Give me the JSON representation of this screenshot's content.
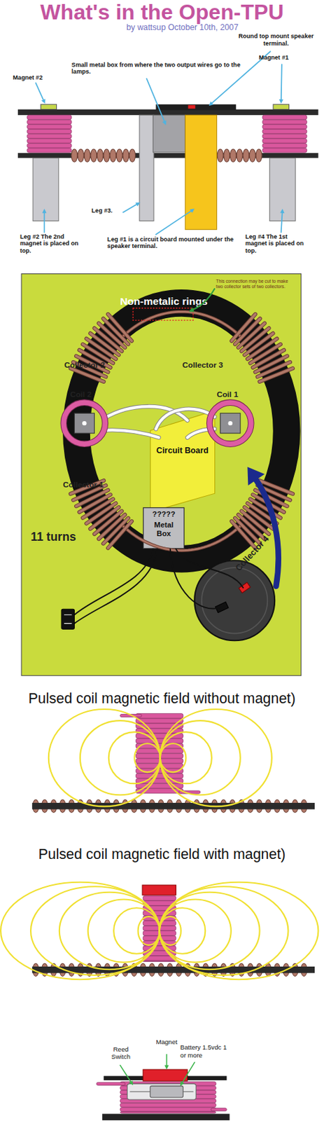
{
  "diagram": {
    "title": "What's in the Open-TPU",
    "nodes": [
      {
        "text": [
          "Non-metalic rings"
        ]
      },
      {
        "text": [
          "Circuit Board"
        ]
      },
      {
        "text": [
          "?????",
          "Metal Box"
        ]
      }
    ],
    "labels": [
      "by wattsup October 10th, 2007",
      "Magnet #2",
      "Small metal box from where the two output wires go to the lamps.",
      "Round top mount speaker terminal.",
      "Magnet #1",
      "Leg #3.",
      "Leg #2 The 2nd magnet is placed on top.",
      "Leg #1 is a circuit board mounted under the speaker terminal.",
      "Leg #4 The 1st magnet is placed on top.",
      "This connection may be cut to make two collector sets of two collectors.",
      "Collector 2",
      "Collector 3",
      "Coil 2",
      "Coil 1",
      "Collector 1",
      "11 turns",
      "Collector 4",
      "Pulsed coil magnetic field without magnet)",
      "Pulsed coil magnetic field with magnet)",
      "Reed Switch",
      "Magnet",
      "Battery 1.5vdc 1 or more"
    ]
  }
}
